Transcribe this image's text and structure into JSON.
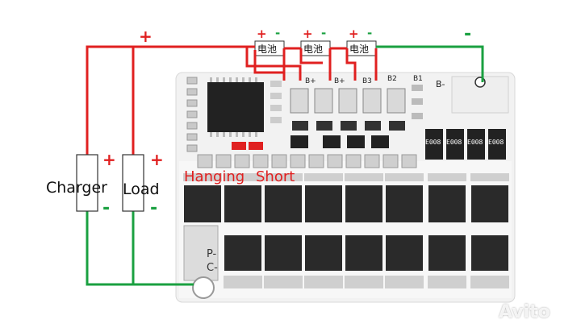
{
  "labels": {
    "charger": "Charger",
    "load": "Load",
    "hanging": "Hanging",
    "short": "Short",
    "plus": "+",
    "minus": "-"
  },
  "cells": [
    "电池",
    "电池",
    "电池"
  ],
  "pcb": {
    "pads": [
      "B+",
      "B+",
      "B3",
      "B2",
      "B1",
      "B-"
    ],
    "p_minus": "P-",
    "c_minus": "C-",
    "resistor_code": "E008"
  },
  "watermark": "Avito",
  "colors": {
    "positive_wire": "#e02020",
    "negative_wire": "#1aa040",
    "board": "#f4f4f4",
    "mosfet": "#2a2a2a"
  }
}
